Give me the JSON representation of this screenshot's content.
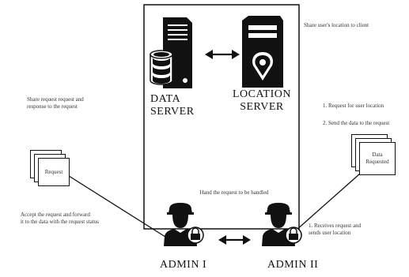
{
  "diagram": {
    "nodes": {
      "data_server": {
        "label_line1": "DATA",
        "label_line2": "SERVER",
        "icon": "server-with-database-icon"
      },
      "location_server": {
        "label_line1": "LOCATION",
        "label_line2": "SERVER",
        "icon": "server-with-location-pin-icon"
      },
      "admin_1": {
        "label": "ADMIN I",
        "icon": "user-with-lock-icon"
      },
      "admin_2": {
        "label": "ADMIN II",
        "icon": "user-with-lock-icon"
      },
      "doc_left": {
        "label": "Request",
        "icon": "document-stack-icon"
      },
      "doc_right": {
        "label_line1": "Data",
        "label_line2": "Requested",
        "icon": "document-stack-icon"
      }
    },
    "annotations": {
      "top_right": "Share user's location to client",
      "left_top_line1": "Share request request and",
      "left_top_line2": "response to the request",
      "right_top_line1": "1. Request for user location",
      "right_top_line2": "2. Send the data to the request",
      "mid_bottom": "Hand the request to be handled",
      "left_bottom_line1": "Accept the request and forward",
      "left_bottom_line2": "it to the data with the request status",
      "right_bottom_line1": "1. Receives request and",
      "right_bottom_line2": "sends user location"
    }
  }
}
